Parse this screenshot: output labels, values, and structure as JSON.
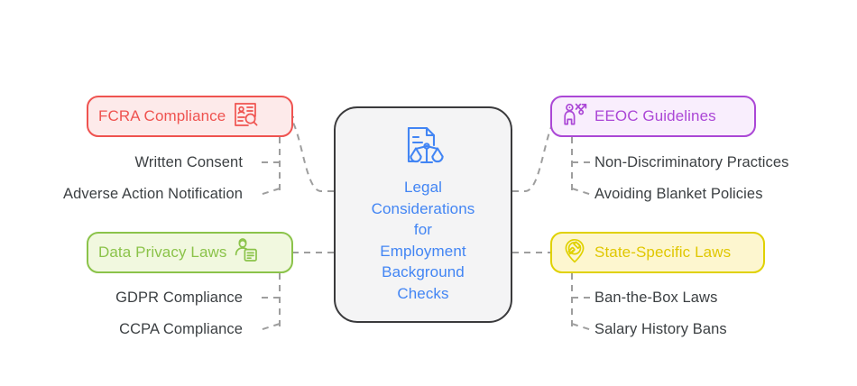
{
  "diagram": {
    "type": "mind-map",
    "background": "#ffffff",
    "central": {
      "label": "Legal\nConsiderations\nfor\nEmployment\nBackground\nChecks",
      "icon": "document-scales-of-justice-icon",
      "color": "#4285f4",
      "border_color": "#3a3a3c",
      "fill": "#f4f4f5"
    },
    "branches": [
      {
        "id": "fcra",
        "label": "FCRA Compliance",
        "icon": "id-card-magnifier-icon",
        "icon_side": "right",
        "side": "left",
        "color": "#ef5350",
        "fill": "#fdeaea",
        "children": [
          {
            "id": "written-consent",
            "label": "Written Consent"
          },
          {
            "id": "adverse-action",
            "label": "Adverse Action Notification"
          }
        ]
      },
      {
        "id": "privacy",
        "label": "Data Privacy Laws",
        "icon": "person-document-privacy-icon",
        "icon_side": "right",
        "side": "left",
        "color": "#8bc34a",
        "fill": "#f1f8df",
        "children": [
          {
            "id": "gdpr",
            "label": "GDPR Compliance"
          },
          {
            "id": "ccpa",
            "label": "CCPA Compliance"
          }
        ]
      },
      {
        "id": "eeoc",
        "label": "EEOC Guidelines",
        "icon": "person-no-discrimination-icon",
        "icon_side": "left",
        "side": "right",
        "color": "#ab47d6",
        "fill": "#f9eefd",
        "children": [
          {
            "id": "nondiscrim",
            "label": "Non-Discriminatory Practices"
          },
          {
            "id": "avoiding-blanket",
            "label": "Avoiding Blanket Policies"
          }
        ]
      },
      {
        "id": "state",
        "label": "State-Specific Laws",
        "icon": "location-pin-gavel-icon",
        "icon_side": "left",
        "side": "right",
        "color": "#e0c700",
        "fill": "#fdf6cf",
        "children": [
          {
            "id": "ban-the-box",
            "label": "Ban-the-Box Laws"
          },
          {
            "id": "salary-history",
            "label": "Salary History Bans"
          }
        ]
      }
    ],
    "connector_color": "#9e9e9e",
    "leaf_text_color": "#3c4043"
  }
}
